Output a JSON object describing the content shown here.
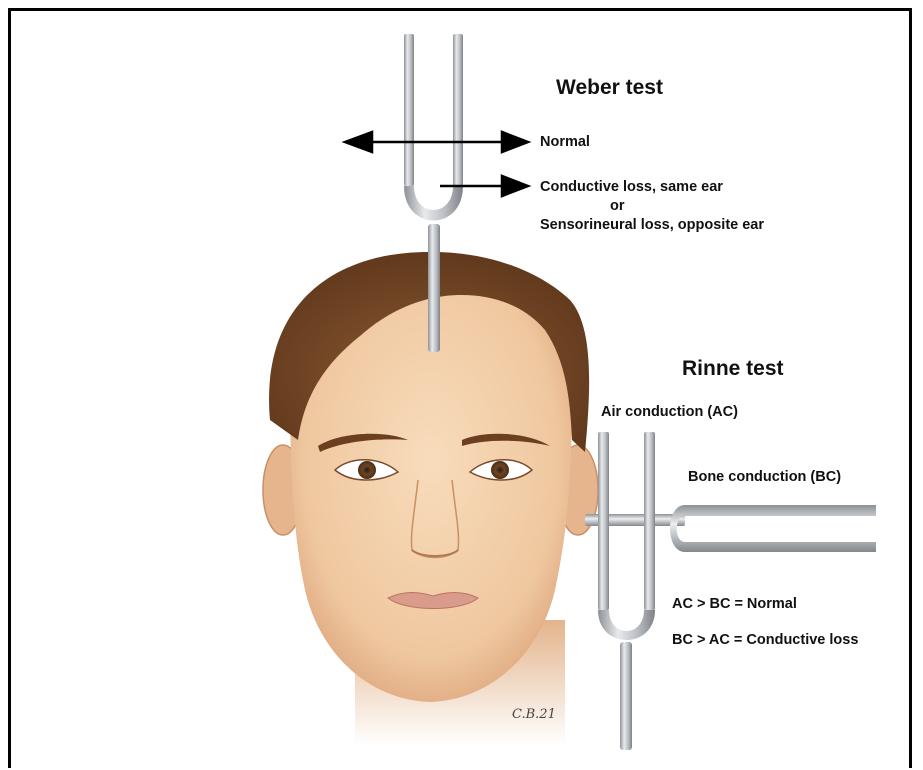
{
  "weber": {
    "title": "Weber test",
    "normal": "Normal",
    "line1": "Conductive loss, same ear",
    "line2": "or",
    "line3": "Sensorineural loss, opposite ear"
  },
  "rinne": {
    "title": "Rinne test",
    "air": "Air conduction (AC)",
    "bone": "Bone conduction (BC)",
    "result1": "AC > BC = Normal",
    "result2": "BC > AC = Conductive loss"
  },
  "signature": "C.B.21",
  "colors": {
    "skin": "#f2cfa9",
    "hair": "#6b3f1f",
    "metal": "#c9ccd0",
    "text": "#111111"
  }
}
